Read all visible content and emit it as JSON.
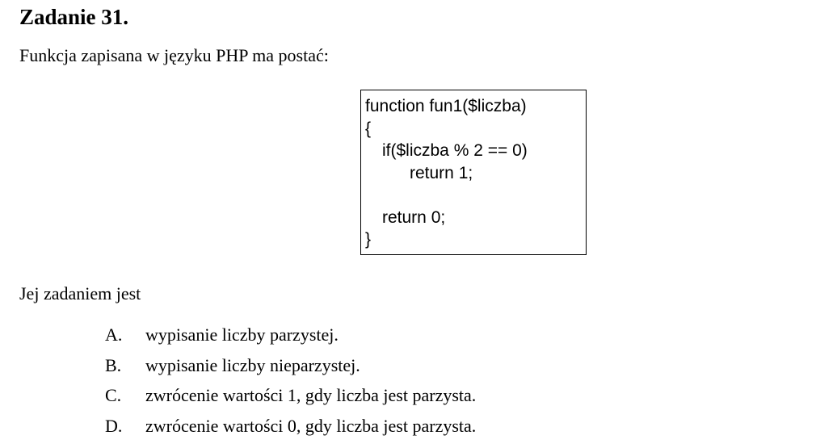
{
  "task": {
    "title": "Zadanie 31.",
    "intro": "Funkcja zapisana w języku PHP ma postać:",
    "code_lines": [
      "function fun1($liczba)",
      "{",
      "if($liczba % 2 == 0)",
      "return 1;",
      "",
      "return 0;",
      "}"
    ],
    "question": "Jej zadaniem jest",
    "options": [
      {
        "letter": "A.",
        "text": "wypisanie liczby parzystej."
      },
      {
        "letter": "B.",
        "text": "wypisanie liczby nieparzystej."
      },
      {
        "letter": "C.",
        "text": "zwrócenie wartości 1, gdy liczba jest parzysta."
      },
      {
        "letter": "D.",
        "text": "zwrócenie wartości 0, gdy liczba jest parzysta."
      }
    ]
  }
}
